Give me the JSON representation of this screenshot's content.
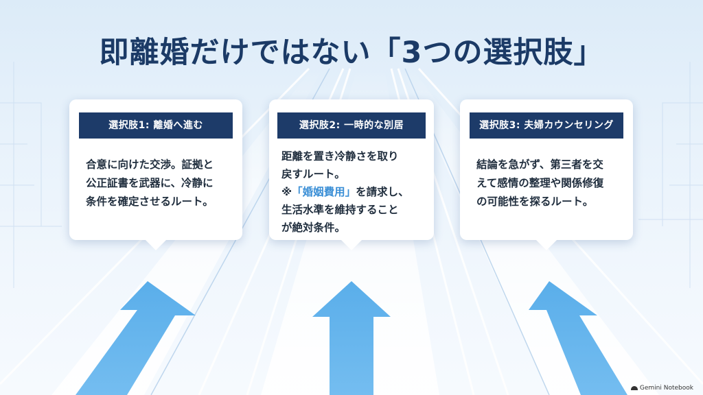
{
  "title": "即離婚だけではない「3つの選択肢」",
  "cards": [
    {
      "label": "選択肢1: 離婚へ進む",
      "lines": [
        "合意に向けた交渉。証拠と",
        "公正証書を武器に、冷静に",
        "条件を確定させるルート。"
      ]
    },
    {
      "label": "選択肢2: 一時的な別居",
      "lines": [
        "距離を置き冷静さを取り",
        "戻すルート。"
      ],
      "note_prefix": "※",
      "note_highlight": "「婚姻費用」",
      "note_suffix": "を請求し、",
      "lines_after": [
        "生活水準を維持すること",
        "が絶対条件。"
      ]
    },
    {
      "label": "選択肢3: 夫婦カウンセリング",
      "lines": [
        "結論を急がず、第三者を交",
        "えて感情の整理や関係修復",
        "の可能性を探るルート。"
      ]
    }
  ],
  "watermark": "Gemini Notebook",
  "colors": {
    "title": "#1b3a66",
    "badge": "#1d3b69",
    "highlight": "#3b8fd6",
    "arrow": "#5aaeea"
  },
  "icons": [
    "up-arrow-icon",
    "notebook-icon"
  ]
}
